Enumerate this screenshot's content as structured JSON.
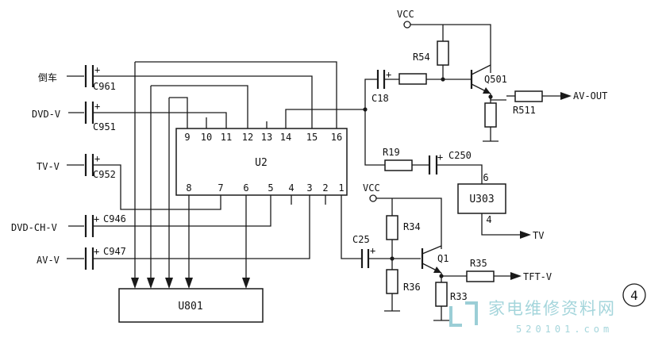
{
  "supply": {
    "vcc_top": "VCC",
    "vcc_mid": "VCC"
  },
  "inputs": {
    "reverse": "倒车",
    "dvd_v": "DVD-V",
    "tv_v": "TV-V",
    "dvd_ch_v": "DVD-CH-V",
    "av_v": "AV-V"
  },
  "capacitors": {
    "c961": "C961",
    "c951": "C951",
    "c952": "C952",
    "c946": "C946",
    "c947": "C947",
    "c18": "C18",
    "c250": "C250",
    "c25": "C25",
    "polarity": "+"
  },
  "resistors": {
    "r54": "R54",
    "r511": "R511",
    "r19": "R19",
    "r34": "R34",
    "r36": "R36",
    "r35": "R35",
    "r33": "R33"
  },
  "transistors": {
    "q501": "Q501",
    "q1": "Q1"
  },
  "chips": {
    "u2": {
      "name": "U2",
      "top_pins": [
        "9",
        "10",
        "11",
        "12",
        "13",
        "14",
        "15",
        "16"
      ],
      "bottom_pins": [
        "8",
        "7",
        "6",
        "5",
        "4",
        "3",
        "2",
        "1"
      ]
    },
    "u801": {
      "name": "U801"
    },
    "u303": {
      "name": "U303",
      "pin_in": "6",
      "pin_out": "4"
    }
  },
  "outputs": {
    "av_out": "AV-OUT",
    "tv": "TV",
    "tft_v": "TFT-V"
  },
  "figure_number": "4",
  "watermark": {
    "cn": "家电维修资料网",
    "url": "520101.com"
  }
}
